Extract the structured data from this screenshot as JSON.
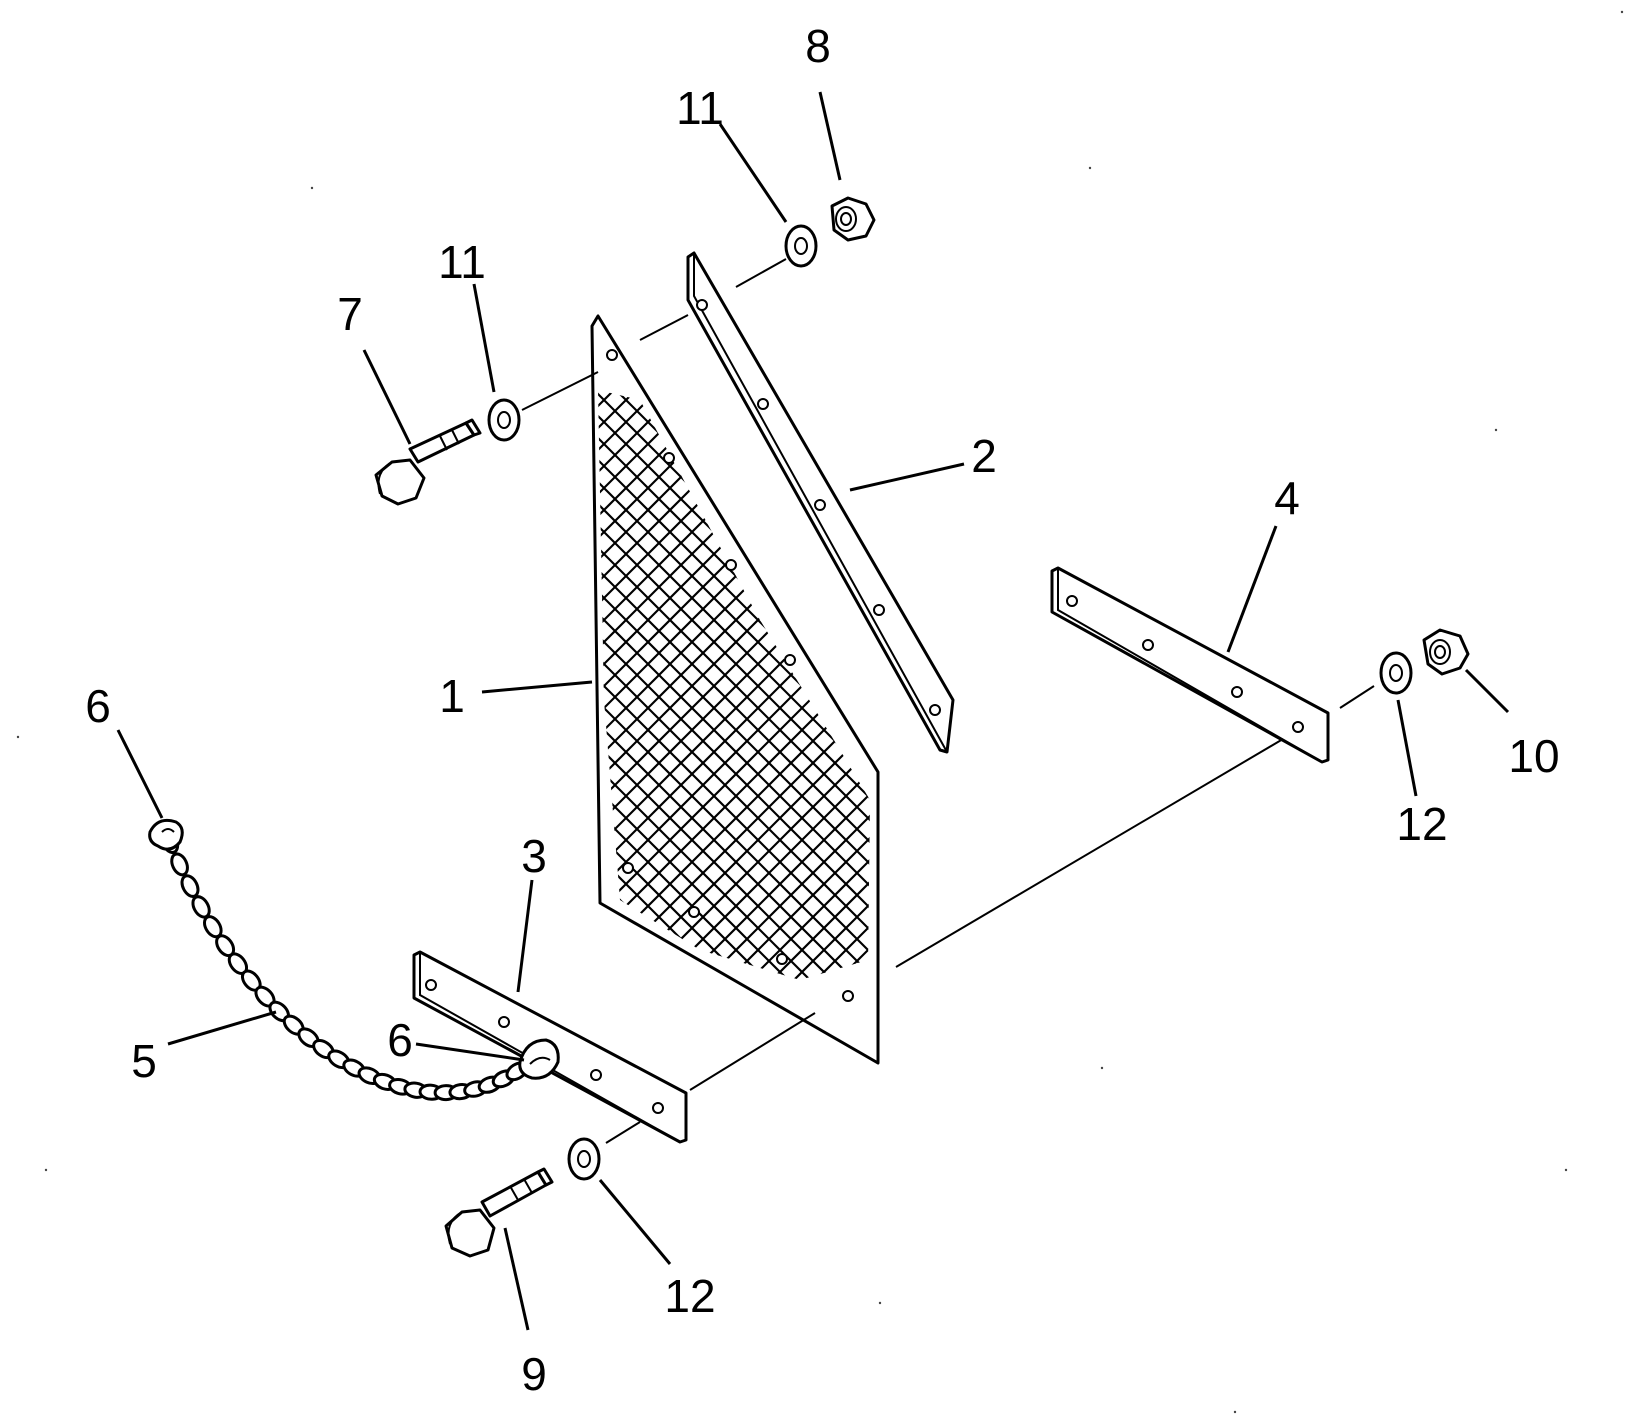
{
  "callouts": [
    {
      "id": "c1",
      "label": "1"
    },
    {
      "id": "c2",
      "label": "2"
    },
    {
      "id": "c3",
      "label": "3"
    },
    {
      "id": "c4",
      "label": "4"
    },
    {
      "id": "c5",
      "label": "5"
    },
    {
      "id": "c6a",
      "label": "6"
    },
    {
      "id": "c6b",
      "label": "6"
    },
    {
      "id": "c7",
      "label": "7"
    },
    {
      "id": "c8",
      "label": "8"
    },
    {
      "id": "c9",
      "label": "9"
    },
    {
      "id": "c10",
      "label": "10"
    },
    {
      "id": "c11a",
      "label": "11"
    },
    {
      "id": "c11b",
      "label": "11"
    },
    {
      "id": "c12a",
      "label": "12"
    },
    {
      "id": "c12b",
      "label": "12"
    }
  ]
}
